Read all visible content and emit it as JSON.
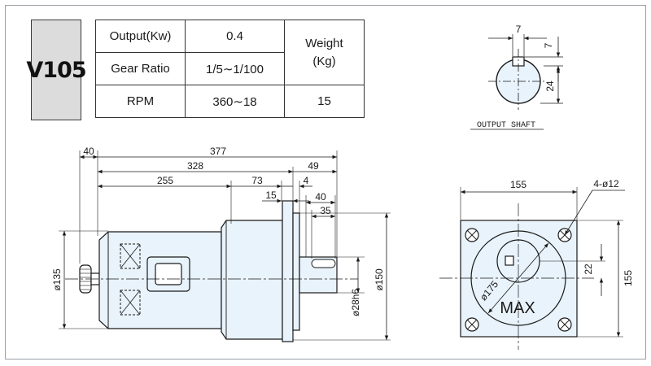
{
  "model": "V105",
  "spec_table": {
    "output_label": "Output(Kw)",
    "output_value": "0.4",
    "gear_ratio_label": "Gear Ratio",
    "gear_ratio_value": "1/5∼1/100",
    "rpm_label": "RPM",
    "rpm_value": "360∼18",
    "weight_label_line1": "Weight",
    "weight_label_line2": "(Kg)",
    "weight_value": "15"
  },
  "output_shaft": {
    "caption": "OUTPUT SHAFT",
    "key_width": "7",
    "key_depth": "7",
    "key_height": "24"
  },
  "side_view": {
    "dim_total": "377",
    "dim_left_offset": "40",
    "dim_body": "328",
    "dim_shaft_len": "49",
    "dim_housing": "255",
    "dim_flange_section": "73",
    "dim_shoulder": "4",
    "dim_flange_thk": "15",
    "dim_key_offset": "40",
    "dim_key_len": "35",
    "dim_body_dia": "ø135",
    "dim_shaft_dia": "ø28h6",
    "dim_flange_dia": "ø150"
  },
  "front_view": {
    "dim_width": "155",
    "dim_height": "155",
    "dim_holes": "4-ø12",
    "dim_pcd": "ø175",
    "dim_offset": "22",
    "label_max": "MAX"
  },
  "colors": {
    "body_fill": "#e8f3fb",
    "line": "#1a1a1a",
    "model_fill": "#dcdcdc"
  }
}
